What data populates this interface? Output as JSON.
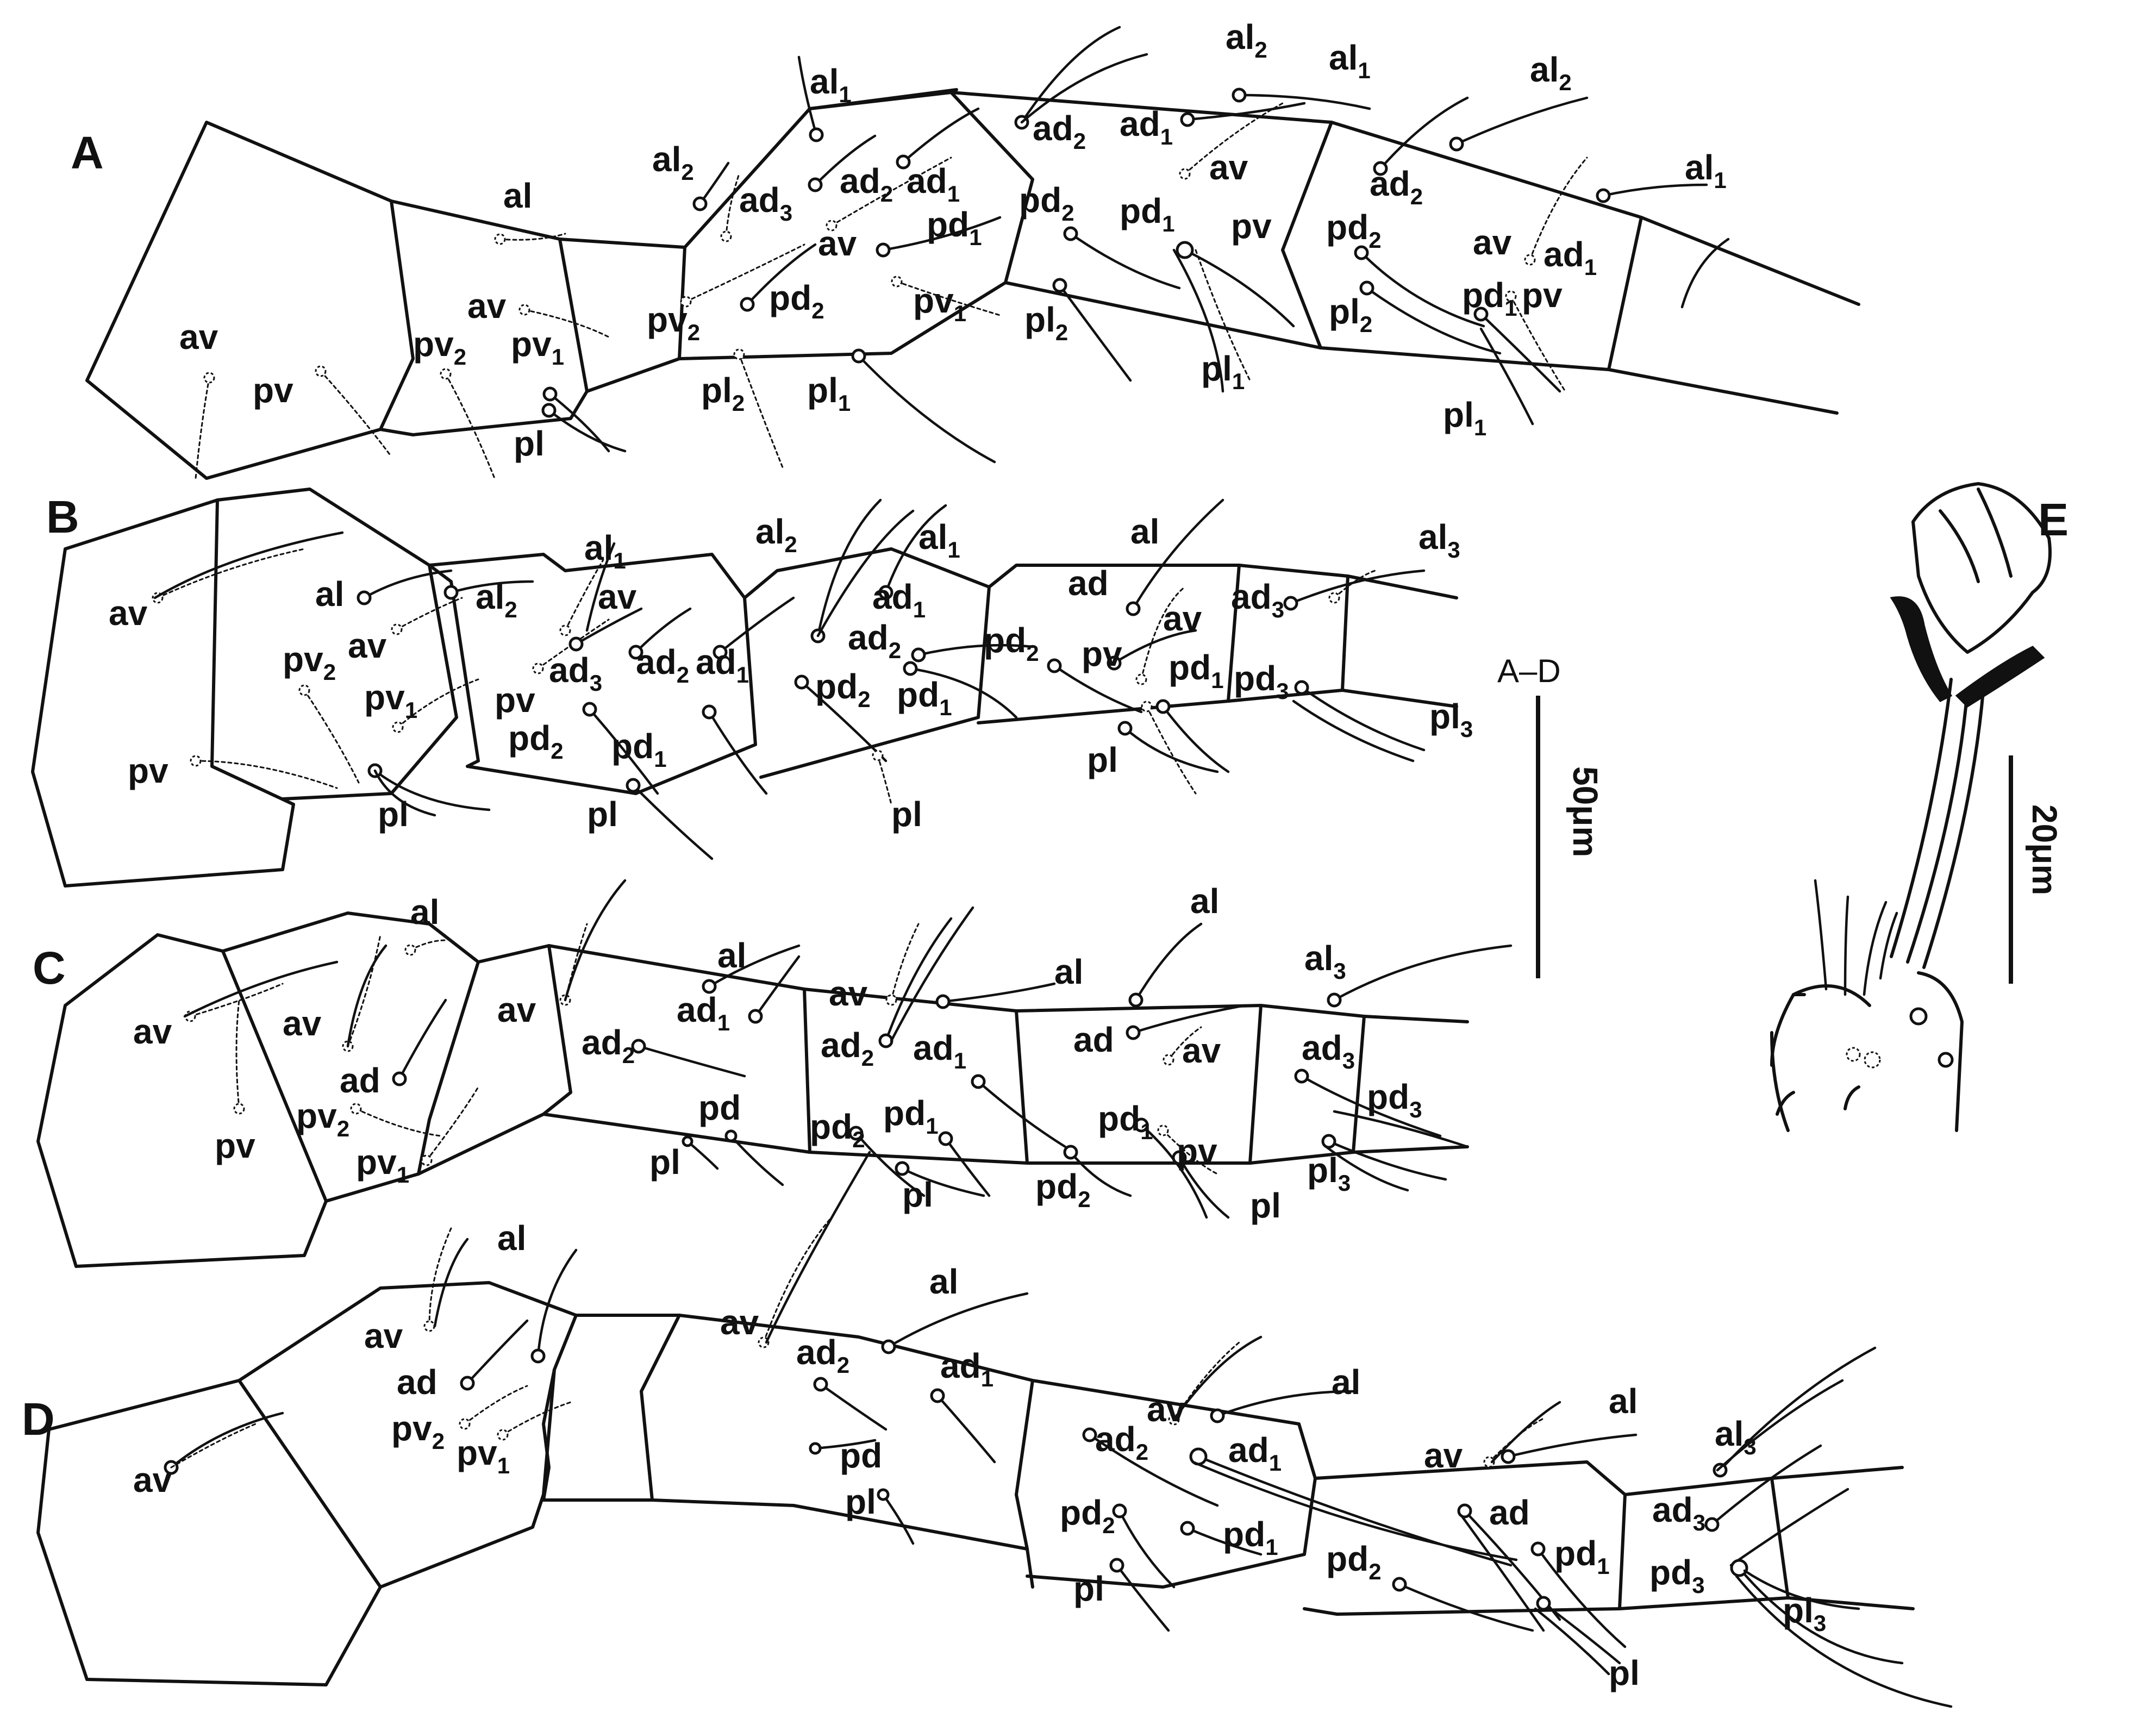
{
  "panels": {
    "a": "A",
    "b": "B",
    "c": "C",
    "d": "D",
    "e": "E"
  },
  "scale_bars": {
    "main_range": "A–D",
    "main_length": "50μm",
    "claw_length": "20μm"
  },
  "setae": {
    "A": [
      {
        "name": "av",
        "sub": ""
      },
      {
        "name": "pv",
        "sub": ""
      },
      {
        "name": "al",
        "sub": ""
      },
      {
        "name": "av",
        "sub": ""
      },
      {
        "name": "pv",
        "sub": "2"
      },
      {
        "name": "pv",
        "sub": "1"
      },
      {
        "name": "pl",
        "sub": ""
      },
      {
        "name": "al",
        "sub": "1"
      },
      {
        "name": "al",
        "sub": "2"
      },
      {
        "name": "ad",
        "sub": "3"
      },
      {
        "name": "ad",
        "sub": "2"
      },
      {
        "name": "ad",
        "sub": "1"
      },
      {
        "name": "av",
        "sub": ""
      },
      {
        "name": "pd",
        "sub": "1"
      },
      {
        "name": "pd",
        "sub": "2"
      },
      {
        "name": "pv",
        "sub": "2"
      },
      {
        "name": "pv",
        "sub": "1"
      },
      {
        "name": "pl",
        "sub": "2"
      },
      {
        "name": "pl",
        "sub": "1"
      },
      {
        "name": "al",
        "sub": "2"
      },
      {
        "name": "al",
        "sub": "1"
      },
      {
        "name": "ad",
        "sub": "2"
      },
      {
        "name": "ad",
        "sub": "1"
      },
      {
        "name": "av",
        "sub": ""
      },
      {
        "name": "pd",
        "sub": "2"
      },
      {
        "name": "pd",
        "sub": "1"
      },
      {
        "name": "pv",
        "sub": ""
      },
      {
        "name": "pl",
        "sub": "2"
      },
      {
        "name": "pl",
        "sub": "1"
      },
      {
        "name": "al",
        "sub": "2"
      },
      {
        "name": "al",
        "sub": "1"
      },
      {
        "name": "ad",
        "sub": "2"
      },
      {
        "name": "ad",
        "sub": "1"
      },
      {
        "name": "av",
        "sub": ""
      },
      {
        "name": "pd",
        "sub": "2"
      },
      {
        "name": "pd",
        "sub": "1"
      },
      {
        "name": "pv",
        "sub": ""
      },
      {
        "name": "pl",
        "sub": "2"
      },
      {
        "name": "pl",
        "sub": "1"
      }
    ],
    "B": [
      {
        "name": "av",
        "sub": ""
      },
      {
        "name": "al",
        "sub": ""
      },
      {
        "name": "av",
        "sub": ""
      },
      {
        "name": "pv",
        "sub": "2"
      },
      {
        "name": "pv",
        "sub": "1"
      },
      {
        "name": "pv",
        "sub": ""
      },
      {
        "name": "pl",
        "sub": ""
      },
      {
        "name": "al",
        "sub": "1"
      },
      {
        "name": "al",
        "sub": "2"
      },
      {
        "name": "av",
        "sub": ""
      },
      {
        "name": "pv",
        "sub": ""
      },
      {
        "name": "ad",
        "sub": "3"
      },
      {
        "name": "ad",
        "sub": "2"
      },
      {
        "name": "ad",
        "sub": "1"
      },
      {
        "name": "pd",
        "sub": "2"
      },
      {
        "name": "pd",
        "sub": "1"
      },
      {
        "name": "pl",
        "sub": ""
      },
      {
        "name": "al",
        "sub": "2"
      },
      {
        "name": "al",
        "sub": "1"
      },
      {
        "name": "ad",
        "sub": "1"
      },
      {
        "name": "ad",
        "sub": "2"
      },
      {
        "name": "pd",
        "sub": "2"
      },
      {
        "name": "pd",
        "sub": "1"
      },
      {
        "name": "pl",
        "sub": ""
      },
      {
        "name": "al",
        "sub": ""
      },
      {
        "name": "ad",
        "sub": ""
      },
      {
        "name": "av",
        "sub": ""
      },
      {
        "name": "pd",
        "sub": "2"
      },
      {
        "name": "pv",
        "sub": ""
      },
      {
        "name": "pd",
        "sub": "1"
      },
      {
        "name": "pl",
        "sub": ""
      },
      {
        "name": "al",
        "sub": "3"
      },
      {
        "name": "ad",
        "sub": "3"
      },
      {
        "name": "pd",
        "sub": "3"
      },
      {
        "name": "pl",
        "sub": "3"
      }
    ],
    "C": [
      {
        "name": "av",
        "sub": ""
      },
      {
        "name": "pv",
        "sub": ""
      },
      {
        "name": "al",
        "sub": ""
      },
      {
        "name": "av",
        "sub": ""
      },
      {
        "name": "ad",
        "sub": ""
      },
      {
        "name": "pv",
        "sub": "2"
      },
      {
        "name": "pv",
        "sub": "1"
      },
      {
        "name": "av",
        "sub": ""
      },
      {
        "name": "ad",
        "sub": "2"
      },
      {
        "name": "al",
        "sub": ""
      },
      {
        "name": "ad",
        "sub": "1"
      },
      {
        "name": "pd",
        "sub": ""
      },
      {
        "name": "pl",
        "sub": ""
      },
      {
        "name": "av",
        "sub": ""
      },
      {
        "name": "al",
        "sub": ""
      },
      {
        "name": "ad",
        "sub": "2"
      },
      {
        "name": "ad",
        "sub": "1"
      },
      {
        "name": "pd",
        "sub": "2"
      },
      {
        "name": "pd",
        "sub": "1"
      },
      {
        "name": "pl",
        "sub": ""
      },
      {
        "name": "al",
        "sub": ""
      },
      {
        "name": "ad",
        "sub": ""
      },
      {
        "name": "av",
        "sub": ""
      },
      {
        "name": "pd",
        "sub": "1"
      },
      {
        "name": "pv",
        "sub": ""
      },
      {
        "name": "pd",
        "sub": "2"
      },
      {
        "name": "pl",
        "sub": ""
      },
      {
        "name": "al",
        "sub": "3"
      },
      {
        "name": "ad",
        "sub": "3"
      },
      {
        "name": "pd",
        "sub": "3"
      },
      {
        "name": "pl",
        "sub": "3"
      }
    ],
    "D": [
      {
        "name": "av",
        "sub": ""
      },
      {
        "name": "al",
        "sub": ""
      },
      {
        "name": "av",
        "sub": ""
      },
      {
        "name": "ad",
        "sub": ""
      },
      {
        "name": "pv",
        "sub": "2"
      },
      {
        "name": "pv",
        "sub": "1"
      },
      {
        "name": "av",
        "sub": ""
      },
      {
        "name": "al",
        "sub": ""
      },
      {
        "name": "ad",
        "sub": "2"
      },
      {
        "name": "ad",
        "sub": "1"
      },
      {
        "name": "pd",
        "sub": ""
      },
      {
        "name": "pl",
        "sub": ""
      },
      {
        "name": "av",
        "sub": ""
      },
      {
        "name": "al",
        "sub": ""
      },
      {
        "name": "ad",
        "sub": "2"
      },
      {
        "name": "ad",
        "sub": "1"
      },
      {
        "name": "pd",
        "sub": "2"
      },
      {
        "name": "pd",
        "sub": "1"
      },
      {
        "name": "pl",
        "sub": ""
      },
      {
        "name": "av",
        "sub": ""
      },
      {
        "name": "al",
        "sub": ""
      },
      {
        "name": "ad",
        "sub": ""
      },
      {
        "name": "pd",
        "sub": "2"
      },
      {
        "name": "pd",
        "sub": "1"
      },
      {
        "name": "pl",
        "sub": ""
      },
      {
        "name": "al",
        "sub": "3"
      },
      {
        "name": "ad",
        "sub": "3"
      },
      {
        "name": "pd",
        "sub": "3"
      },
      {
        "name": "pl",
        "sub": "3"
      }
    ]
  }
}
